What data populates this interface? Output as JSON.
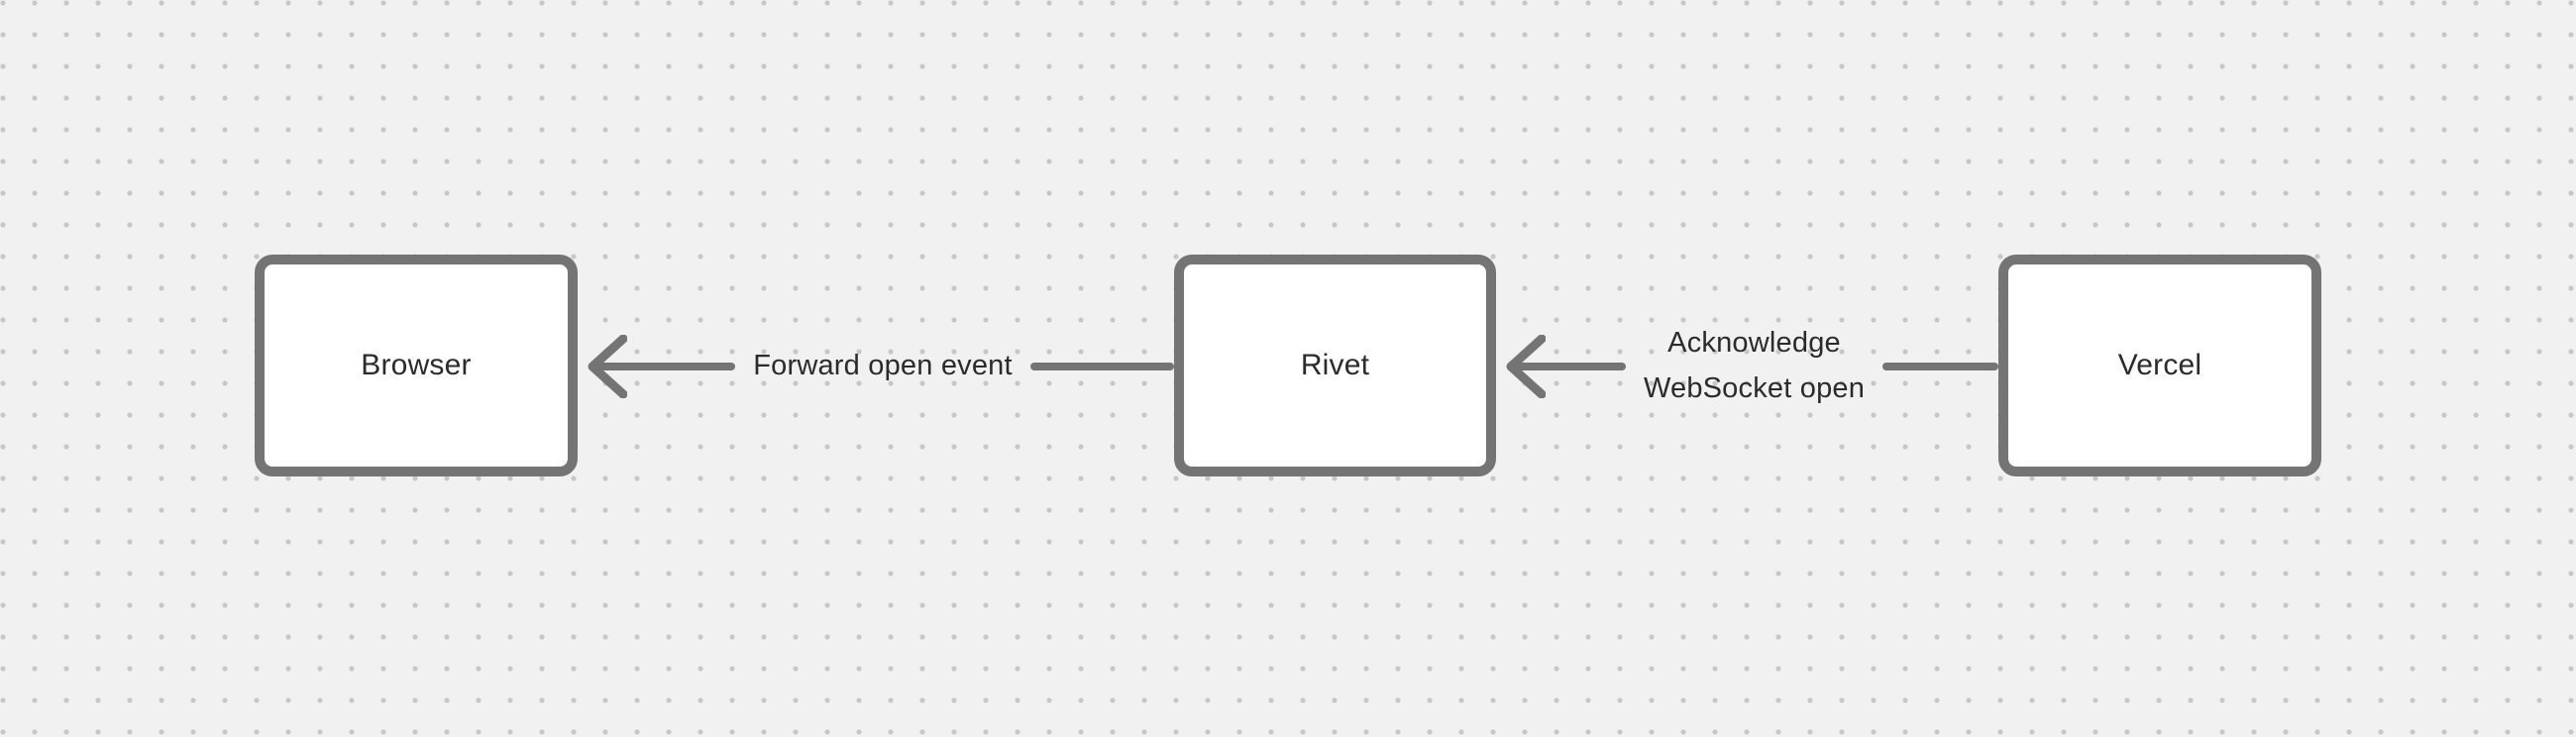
{
  "diagram": {
    "title": "websocket-open-flow",
    "nodes": [
      {
        "id": "browser",
        "label": "Browser"
      },
      {
        "id": "rivet",
        "label": "Rivet"
      },
      {
        "id": "vercel",
        "label": "Vercel"
      }
    ],
    "edges": [
      {
        "from": "rivet",
        "to": "browser",
        "arrow_direction": "left",
        "arrowhead_icon": "arrow-left-icon",
        "label": "Forward open event"
      },
      {
        "from": "vercel",
        "to": "rivet",
        "arrow_direction": "left",
        "arrowhead_icon": "arrow-left-icon",
        "label": "Acknowledge\nWebSocket open"
      }
    ],
    "colors": {
      "canvas-bg": "#f1f1f1",
      "grid-dot": "#c7c7c7",
      "shape-stroke": "#747474",
      "shape-fill": "#ffffff",
      "label-text": "#2b2b2b"
    }
  }
}
